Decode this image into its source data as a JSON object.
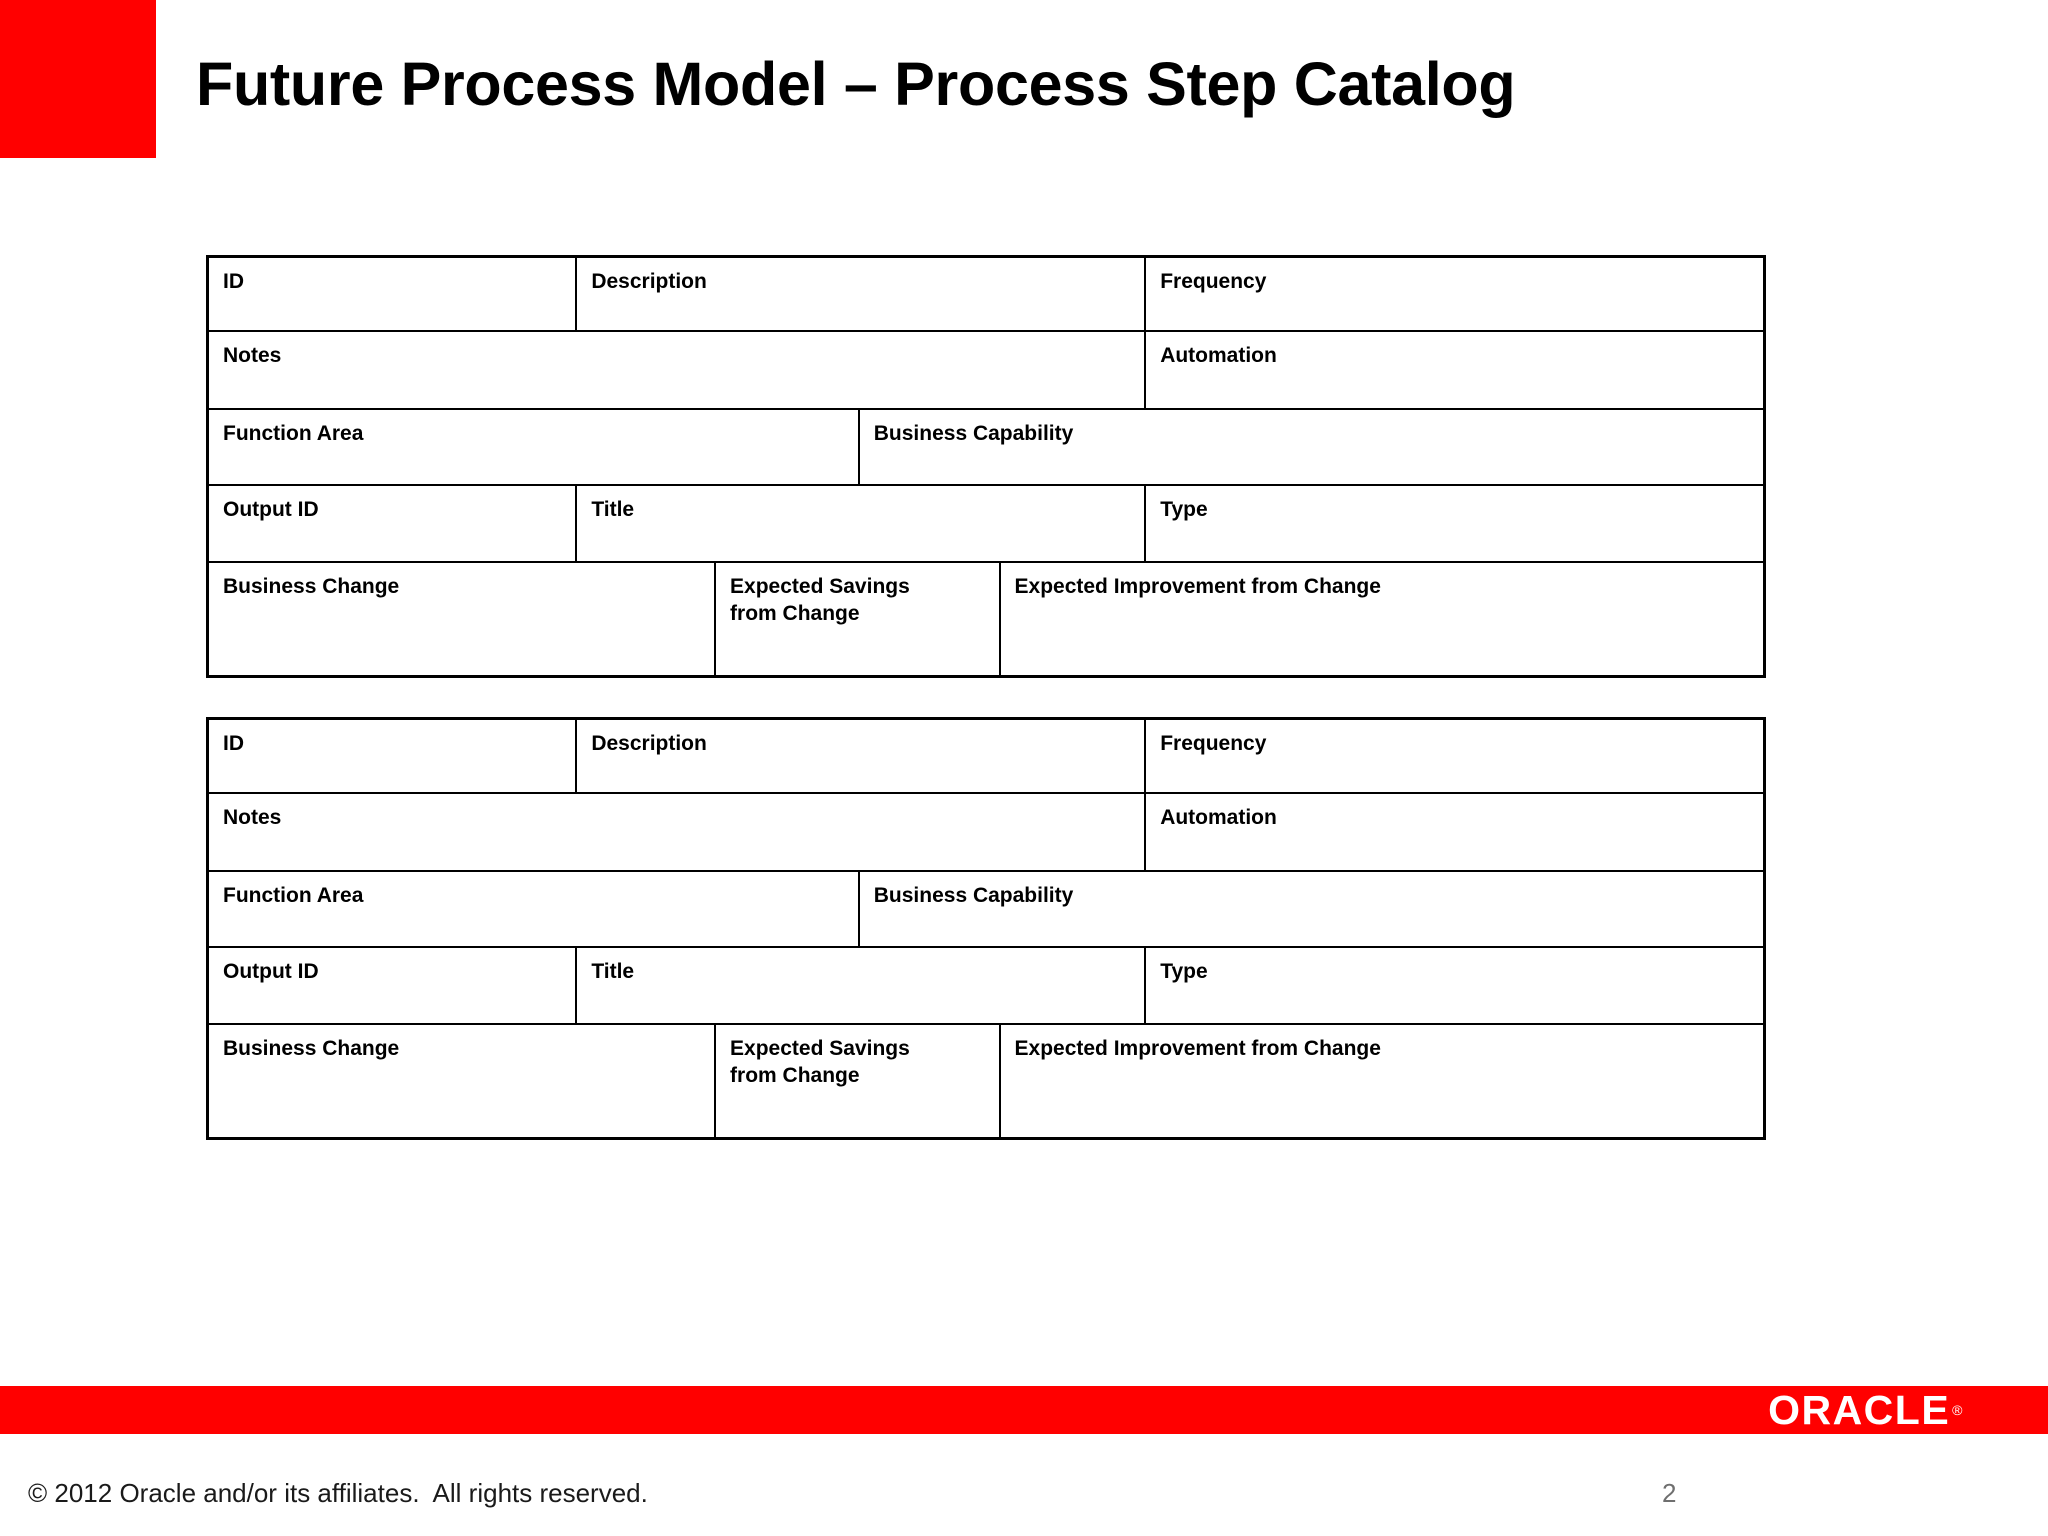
{
  "slide": {
    "title": "Future Process Model – Process Step Catalog",
    "accent_color": "#FF0000",
    "background_color": "#FFFFFF",
    "text_color": "#000000"
  },
  "catalogs": [
    {
      "name": "process-step-catalog-1",
      "rows": [
        {
          "cells": [
            {
              "label": "ID",
              "value": ""
            },
            {
              "label": "Description",
              "value": ""
            },
            {
              "label": "Frequency",
              "value": ""
            }
          ]
        },
        {
          "cells": [
            {
              "label": "Notes",
              "value": ""
            },
            {
              "label": "Automation",
              "value": ""
            }
          ]
        },
        {
          "cells": [
            {
              "label": "Function Area",
              "value": ""
            },
            {
              "label": "Business Capability",
              "value": ""
            }
          ]
        },
        {
          "cells": [
            {
              "label": "Output ID",
              "value": ""
            },
            {
              "label": "Title",
              "value": ""
            },
            {
              "label": "Type",
              "value": ""
            }
          ]
        },
        {
          "cells": [
            {
              "label": "Business Change",
              "value": ""
            },
            {
              "label": "Expected Savings from Change",
              "value": ""
            },
            {
              "label": "Expected Improvement from Change",
              "value": ""
            }
          ]
        }
      ]
    },
    {
      "name": "process-step-catalog-2",
      "rows": [
        {
          "cells": [
            {
              "label": "ID",
              "value": ""
            },
            {
              "label": "Description",
              "value": ""
            },
            {
              "label": "Frequency",
              "value": ""
            }
          ]
        },
        {
          "cells": [
            {
              "label": "Notes",
              "value": ""
            },
            {
              "label": "Automation",
              "value": ""
            }
          ]
        },
        {
          "cells": [
            {
              "label": "Function Area",
              "value": ""
            },
            {
              "label": "Business Capability",
              "value": ""
            }
          ]
        },
        {
          "cells": [
            {
              "label": "Output ID",
              "value": ""
            },
            {
              "label": "Title",
              "value": ""
            },
            {
              "label": "Type",
              "value": ""
            }
          ]
        },
        {
          "cells": [
            {
              "label": "Business Change",
              "value": ""
            },
            {
              "label": "Expected Savings from Change",
              "value": ""
            },
            {
              "label": "Expected Improvement from Change",
              "value": ""
            }
          ]
        }
      ]
    }
  ],
  "labels": {
    "id": "ID",
    "description": "Description",
    "frequency": "Frequency",
    "notes": "Notes",
    "automation": "Automation",
    "function_area": "Function Area",
    "business_capability": "Business Capability",
    "output_id": "Output ID",
    "title": "Title",
    "type": "Type",
    "business_change": "Business Change",
    "expected_savings_line1": "Expected Savings",
    "expected_savings_line2": "from Change",
    "expected_improvement": "Expected Improvement from Change"
  },
  "footer": {
    "bar_color": "#FF0000",
    "brand": "ORACLE",
    "brand_mark": "®",
    "copyright": "© 2012 Oracle and/or its affiliates.  All rights reserved.",
    "page_number": "2"
  }
}
